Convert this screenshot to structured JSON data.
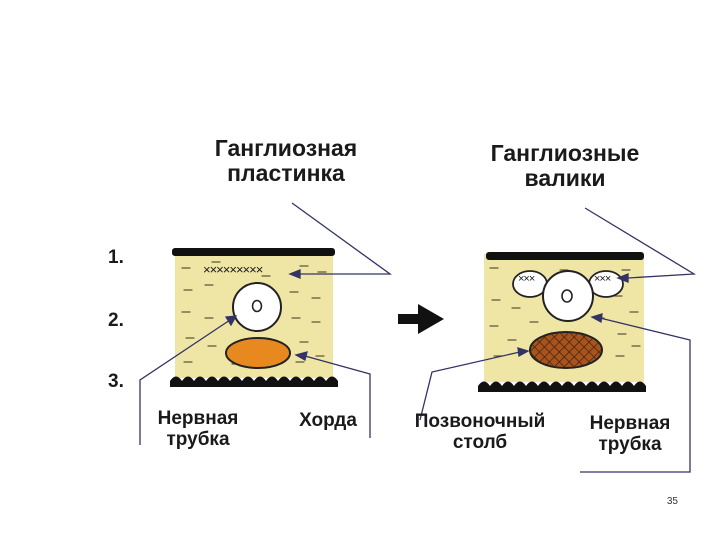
{
  "labels": {
    "ganglion_plate": "Ганглиозная\nпластинка",
    "ganglion_ridges": "Ганглиозные\nвалики",
    "stage_1": "1.",
    "stage_2": "2.",
    "stage_3": "3.",
    "neural_tube_left": "Нервная\nтрубка",
    "notochord": "Хорда",
    "vertebral_column": "Позвоночный\nстолб",
    "neural_tube_right": "Нервная\nтрубка"
  },
  "marks": {
    "plate_crosses": "×××××××××",
    "ridge_crosses": "×××"
  },
  "page_number": "35",
  "colors": {
    "tissue_fill": "#efe6a6",
    "notochord_fill": "#e8891f",
    "vertebra_fill": "#a8541e",
    "ink": "#111111",
    "line": "#333366"
  }
}
